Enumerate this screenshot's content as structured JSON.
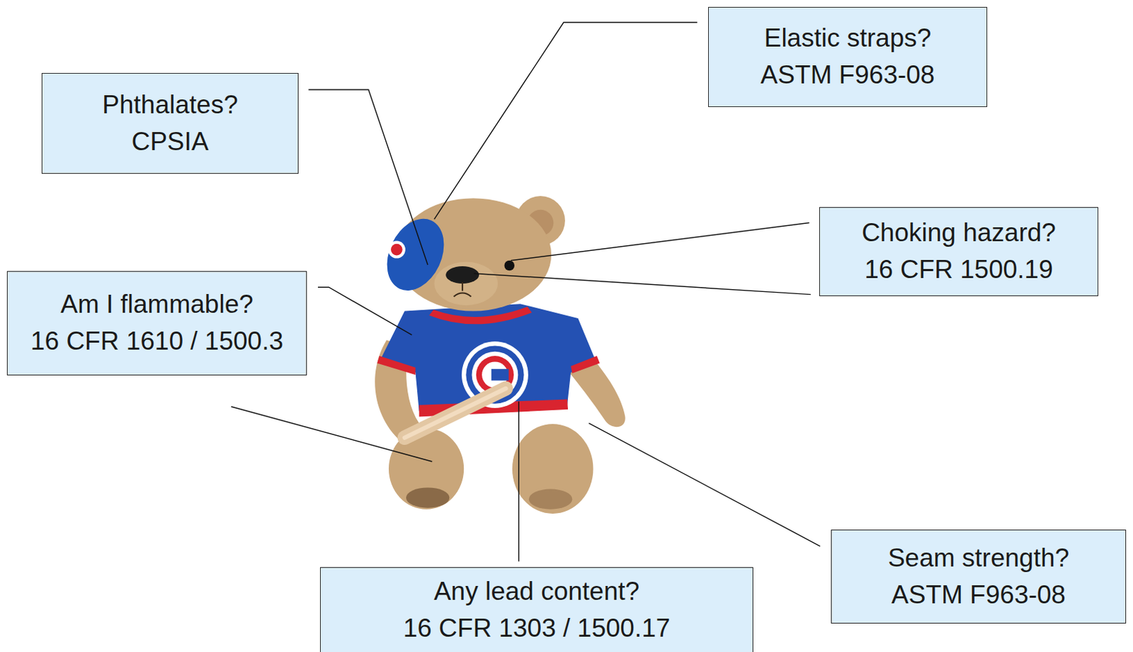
{
  "diagram": {
    "nodes": [
      {
        "text": [
          "Elastic straps?",
          "ASTM F963-08"
        ]
      },
      {
        "text": [
          "Phthalates?",
          "CPSIA"
        ]
      },
      {
        "text": [
          "Choking hazard?",
          "16 CFR 1500.19"
        ]
      },
      {
        "text": [
          "Am I flammable?",
          "16 CFR 1610 / 1500.3"
        ]
      },
      {
        "text": [
          "Seam strength?",
          "ASTM F963-08"
        ]
      },
      {
        "text": [
          "Any lead content?",
          "16 CFR 1303 / 1500.17"
        ]
      }
    ]
  }
}
